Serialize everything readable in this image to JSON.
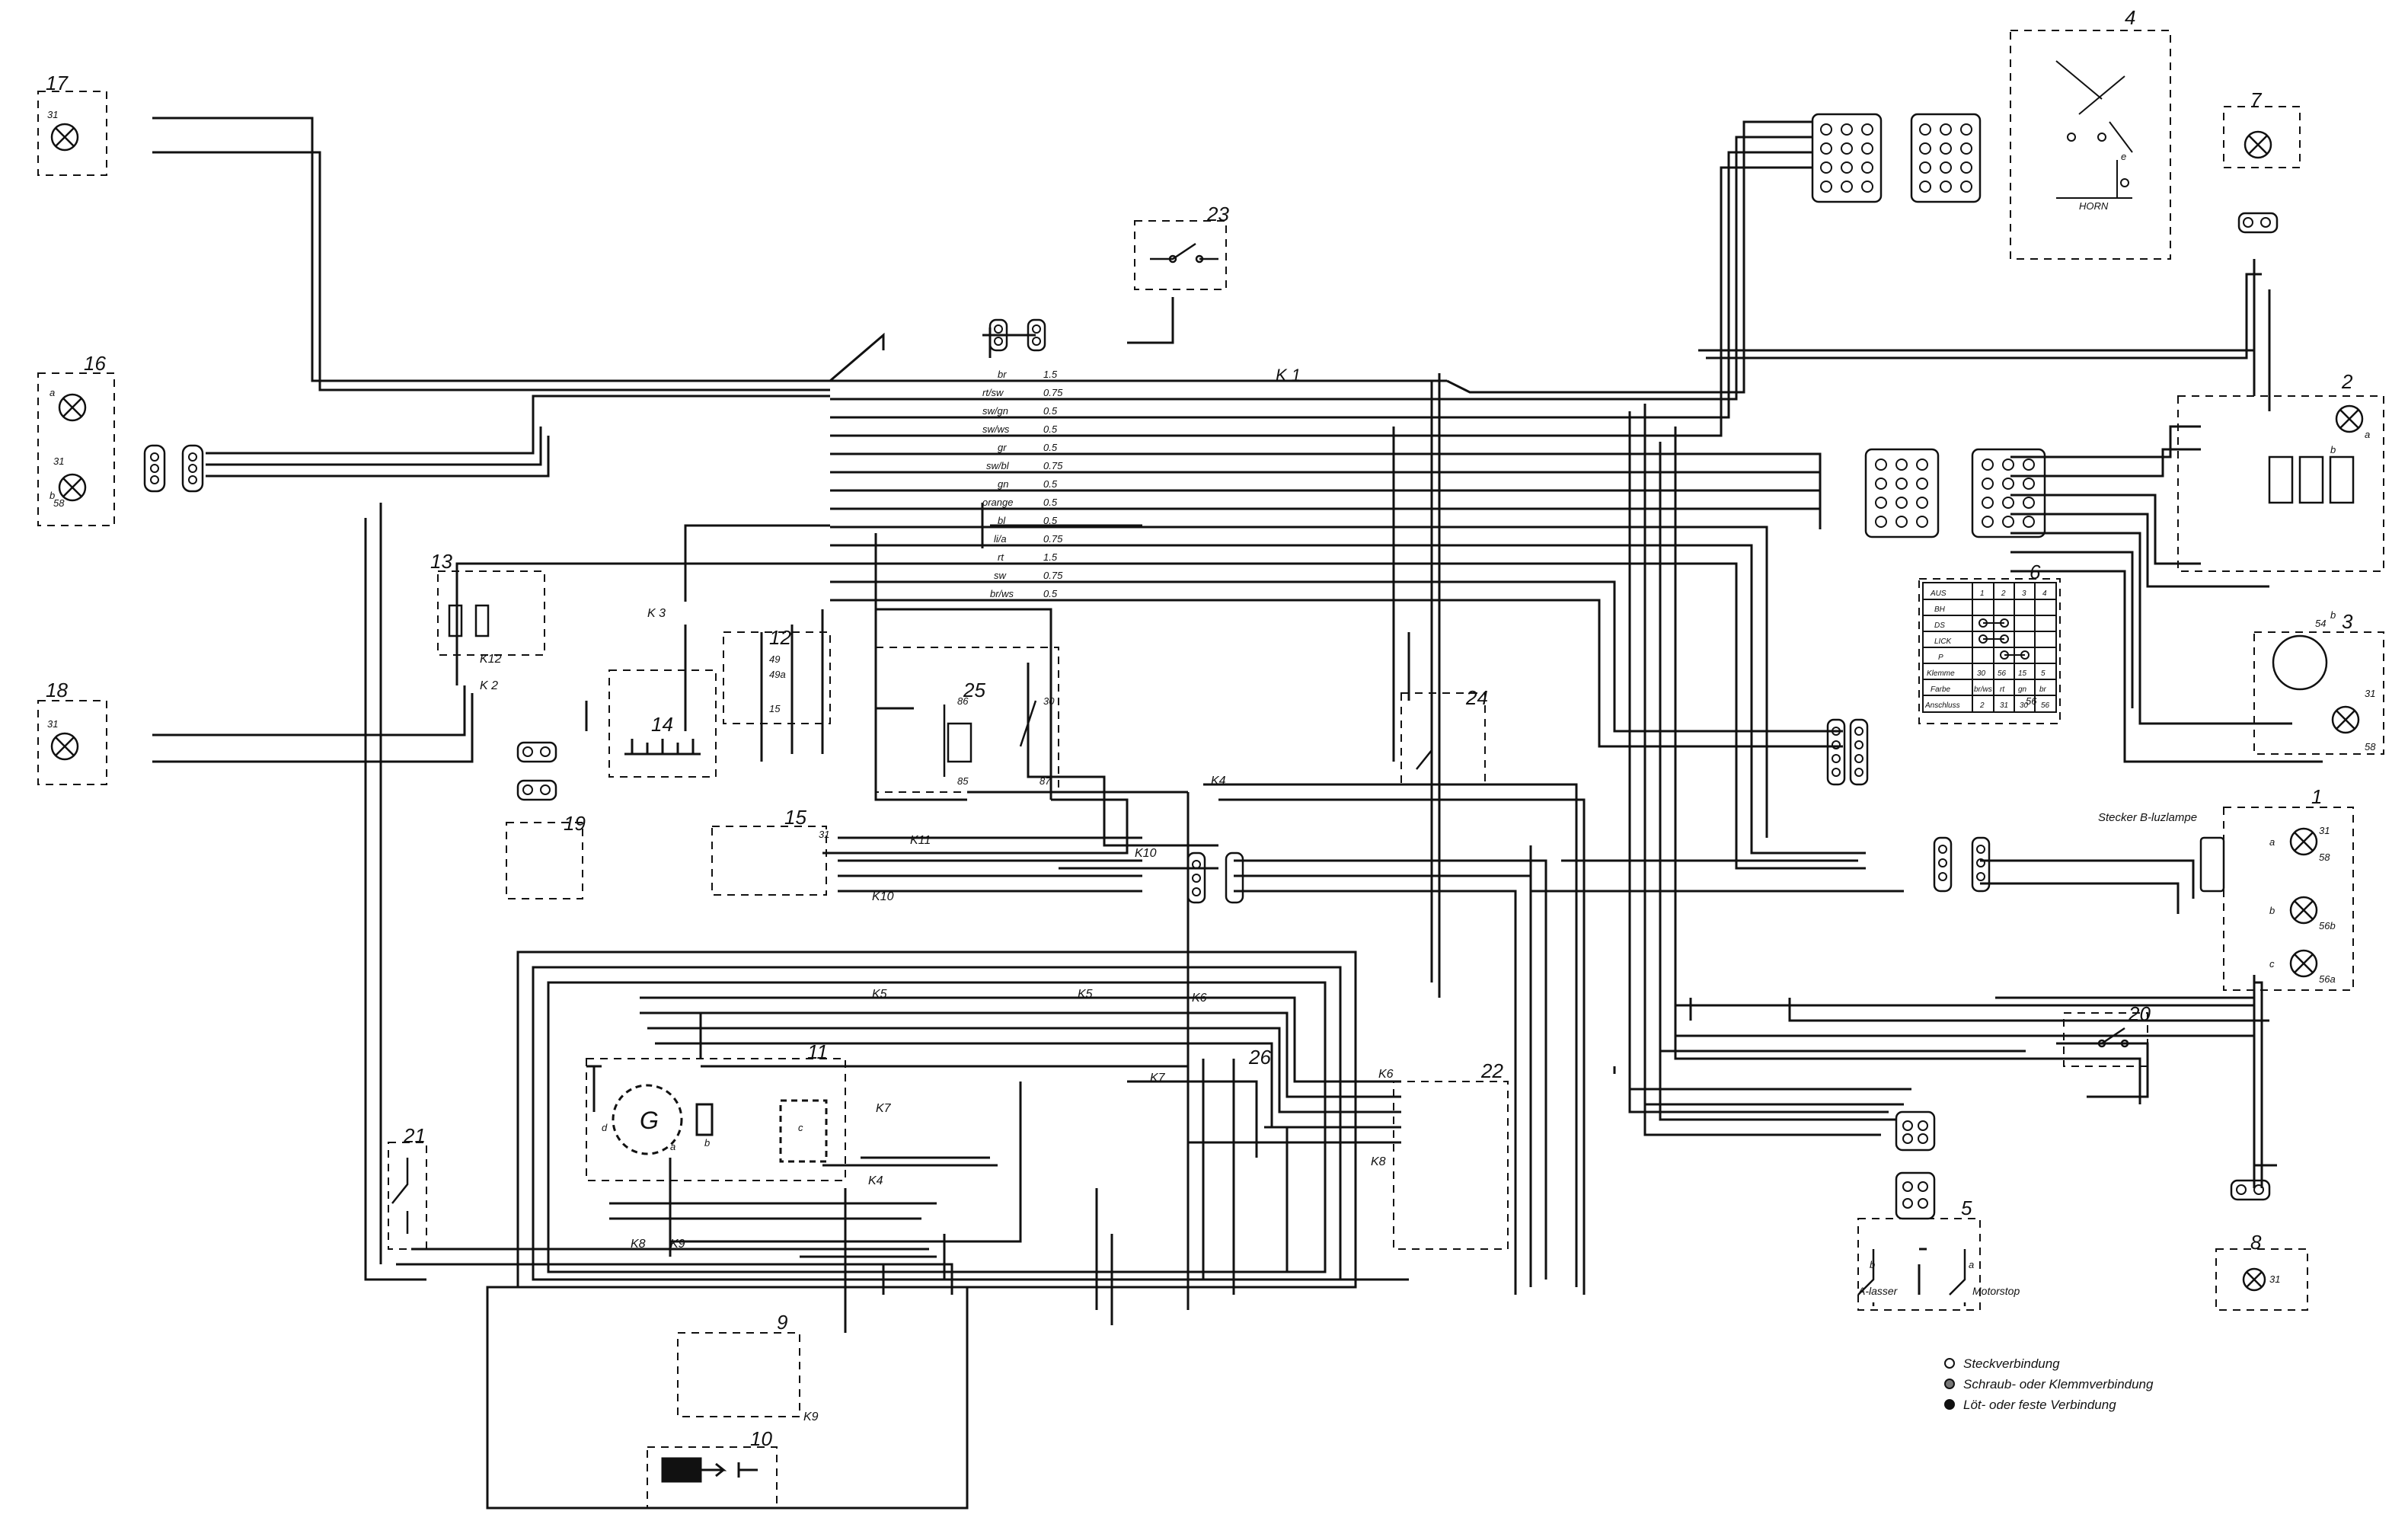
{
  "components": [
    {
      "num": "1"
    },
    {
      "num": "2"
    },
    {
      "num": "3"
    },
    {
      "num": "4"
    },
    {
      "num": "5"
    },
    {
      "num": "6"
    },
    {
      "num": "7"
    },
    {
      "num": "8"
    },
    {
      "num": "9"
    },
    {
      "num": "10"
    },
    {
      "num": "11"
    },
    {
      "num": "12"
    },
    {
      "num": "13"
    },
    {
      "num": "14"
    },
    {
      "num": "15"
    },
    {
      "num": "16"
    },
    {
      "num": "17"
    },
    {
      "num": "18"
    },
    {
      "num": "19"
    },
    {
      "num": "20"
    },
    {
      "num": "21"
    },
    {
      "num": "22"
    },
    {
      "num": "23"
    },
    {
      "num": "24"
    },
    {
      "num": "25"
    },
    {
      "num": "26"
    }
  ],
  "harness_labels": {
    "k1": "K 1",
    "k2": "K 2",
    "k3": "K 3",
    "k4": "K4",
    "k5": "K5",
    "k6": "K6",
    "k7": "K7",
    "k8": "K8",
    "k9": "K9",
    "k10": "K10",
    "k11": "K11",
    "k12": "K12"
  },
  "main_bundle": [
    {
      "color": "br",
      "size": "1.5"
    },
    {
      "color": "rt/sw",
      "size": "0.75"
    },
    {
      "color": "sw/gn",
      "size": "0.5"
    },
    {
      "color": "sw/ws",
      "size": "0.5"
    },
    {
      "color": "gr",
      "size": "0.5"
    },
    {
      "color": "sw/bl",
      "size": "0.75"
    },
    {
      "color": "gn",
      "size": "0.5"
    },
    {
      "color": "orange",
      "size": "0.5"
    },
    {
      "color": "bl",
      "size": "0.5"
    },
    {
      "color": "li/a",
      "size": "0.75"
    },
    {
      "color": "rt",
      "size": "1.5"
    },
    {
      "color": "sw",
      "size": "0.75"
    },
    {
      "color": "br/ws",
      "size": "0.5"
    }
  ],
  "texts": {
    "stecker_b": "Stecker B-luzlampe",
    "horn": "HORN",
    "a_lasser": "A-lasser",
    "motorstop": "Motorstop",
    "generator": "G",
    "terminal_30": "30",
    "terminal_31": "31",
    "terminal_56": "56",
    "terminal_58": "58",
    "terminal_56b": "56b",
    "terminal_56a": "56a",
    "terminal_54": "54",
    "terminal_87": "87",
    "terminal_85": "85",
    "terminal_86": "86",
    "terminal_15": "15",
    "terminal_49": "49",
    "terminal_49a": "49a",
    "letter_a": "a",
    "letter_b": "b",
    "letter_c": "c",
    "letter_d": "d",
    "letter_e": "e"
  },
  "switch_table": {
    "header": [
      "",
      "1",
      "2",
      "3",
      "4"
    ],
    "rows": [
      [
        "AUS",
        "",
        "",
        "",
        ""
      ],
      [
        "BH",
        "",
        "",
        "",
        ""
      ],
      [
        "DS",
        "",
        "",
        "",
        ""
      ],
      [
        "LICK",
        "",
        "",
        "",
        ""
      ],
      [
        "P",
        "",
        "",
        "",
        ""
      ],
      [
        "Klemme",
        "30",
        "56",
        "15",
        "5"
      ],
      [
        "Farbe",
        "br/ws",
        "rt",
        "gn",
        "br"
      ],
      [
        "Anschluss",
        "2",
        "31",
        "30",
        "56"
      ]
    ]
  },
  "legend": [
    {
      "symbol": "open",
      "text": "Steckverbindung"
    },
    {
      "symbol": "half",
      "text": "Schraub- oder Klemmverbindung"
    },
    {
      "symbol": "filled",
      "text": "Löt- oder feste Verbindung"
    }
  ],
  "colors": {
    "ink": "#111111",
    "paper": "#ffffff"
  }
}
